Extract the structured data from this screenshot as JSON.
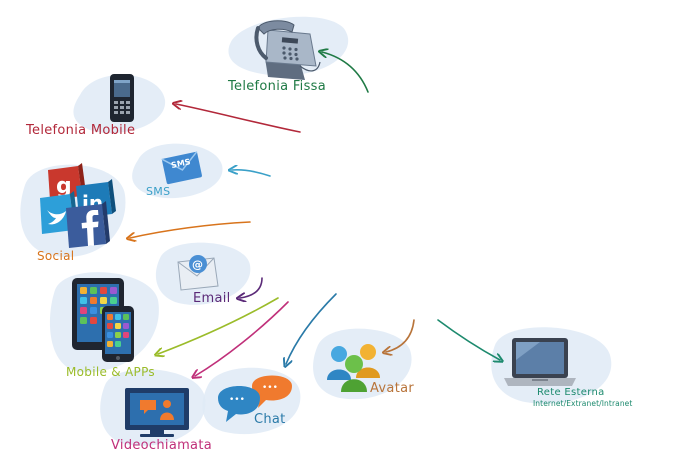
{
  "colors": {
    "fissa": "#1f7a45",
    "mobile": "#b2283a",
    "sms": "#3aa0c8",
    "social": "#d8741c",
    "email": "#5b2a78",
    "apps": "#9bbc2a",
    "video": "#c0307a",
    "chat": "#2a7aa8",
    "avatar": "#b8743a",
    "rete": "#1d8a6e",
    "blob": "#dfeaf6"
  },
  "icons": [
    "desk-phone-icon",
    "mobile-phone-icon",
    "sms-envelope-icon",
    "social-network-icons",
    "email-envelope-icon",
    "tablet-smartphone-icon",
    "avatar-people-icon",
    "chat-bubbles-icon",
    "video-call-monitor-icon",
    "laptop-icon"
  ],
  "nodes": {
    "telefonia_fissa": "Telefonia Fissa",
    "telefonia_mobile": "Telefonia Mobile",
    "sms": "SMS",
    "social": "Social",
    "email": "Email",
    "mobile_apps": "Mobile & APPs",
    "avatar": "Avatar",
    "chat": "Chat",
    "videochiamata": "Videochiamata",
    "rete_esterna": "Rete Esterna",
    "rete_esterna_sub": "Internet/Extranet/Intranet"
  },
  "icon_text": {
    "sms": "SMS",
    "email": "@",
    "chat_dots": "•••"
  }
}
